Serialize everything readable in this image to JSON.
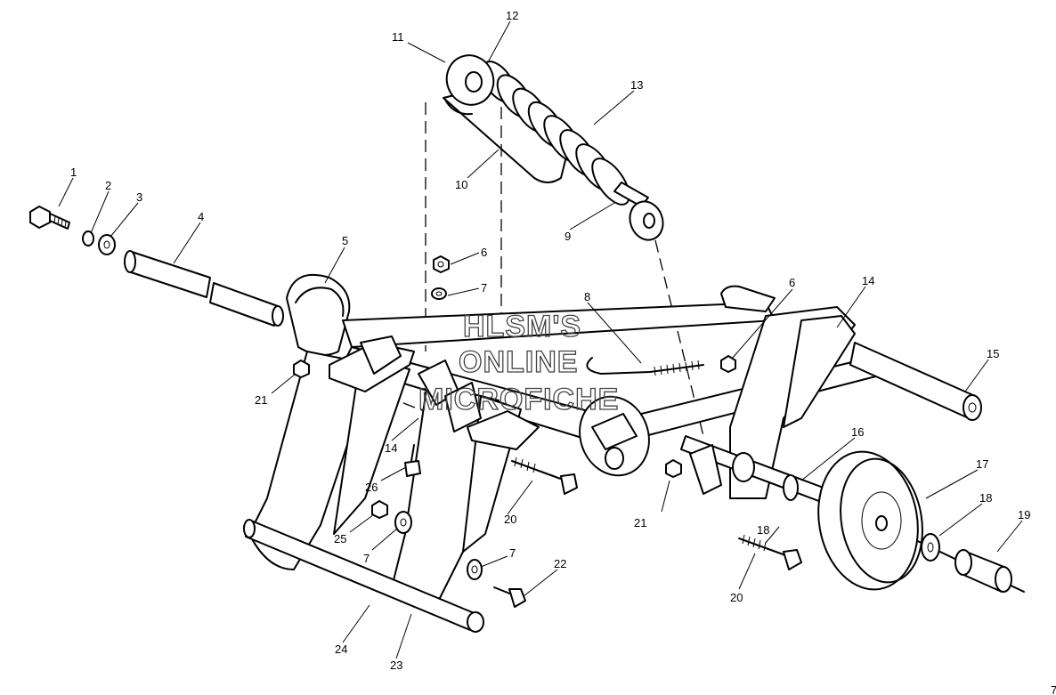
{
  "watermark": {
    "line1": "HLSM'S",
    "line2": "ONLINE",
    "line3": "MICROFICHE"
  },
  "callouts": [
    "1",
    "2",
    "3",
    "4",
    "5",
    "6",
    "7",
    "8",
    "9",
    "10",
    "11",
    "12",
    "13",
    "14",
    "6",
    "14",
    "15",
    "16",
    "17",
    "18",
    "18",
    "19",
    "20",
    "20",
    "21",
    "21",
    "22",
    "23",
    "24",
    "25",
    "26",
    "7",
    "7",
    "7"
  ]
}
